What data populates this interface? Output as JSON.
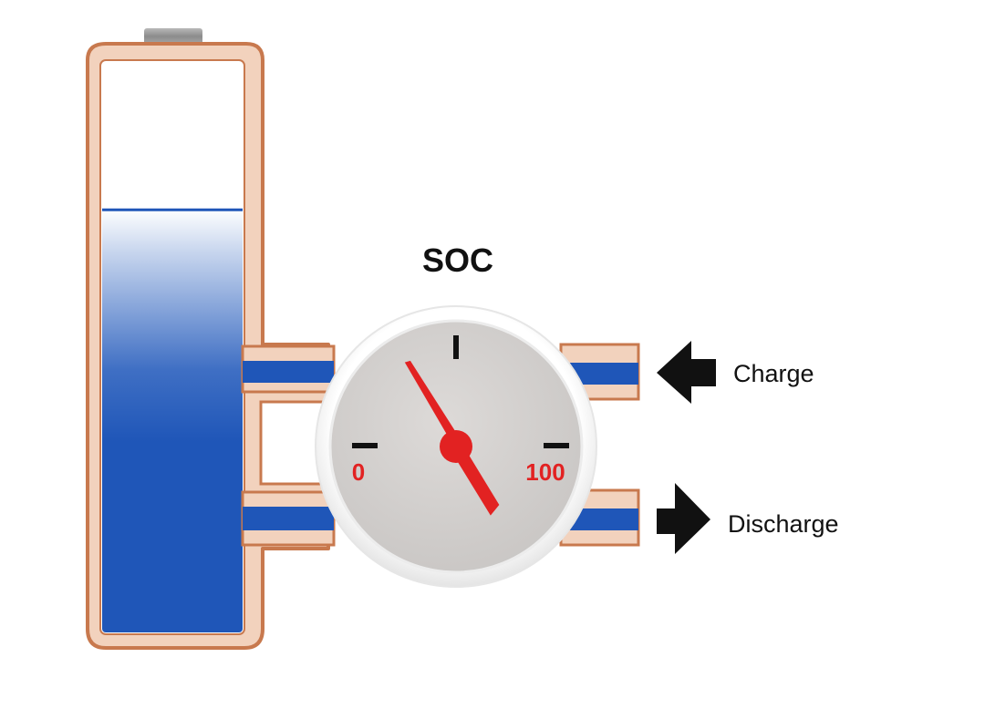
{
  "diagram": {
    "title": "SOC",
    "gauge": {
      "min_label": "0",
      "max_label": "100",
      "needle_value": 33,
      "scale_min": 0,
      "scale_max": 100
    },
    "battery": {
      "fill_level": 0.74
    },
    "arrows": {
      "charge_label": "Charge",
      "discharge_label": "Discharge"
    }
  },
  "colors": {
    "copper": "#c8794e",
    "copper_light": "#f2d2bd",
    "fluid_blue": "#1f56b8",
    "needle_red": "#e22222",
    "gauge_face": "#d4d1cf",
    "arrow_black": "#111111"
  }
}
